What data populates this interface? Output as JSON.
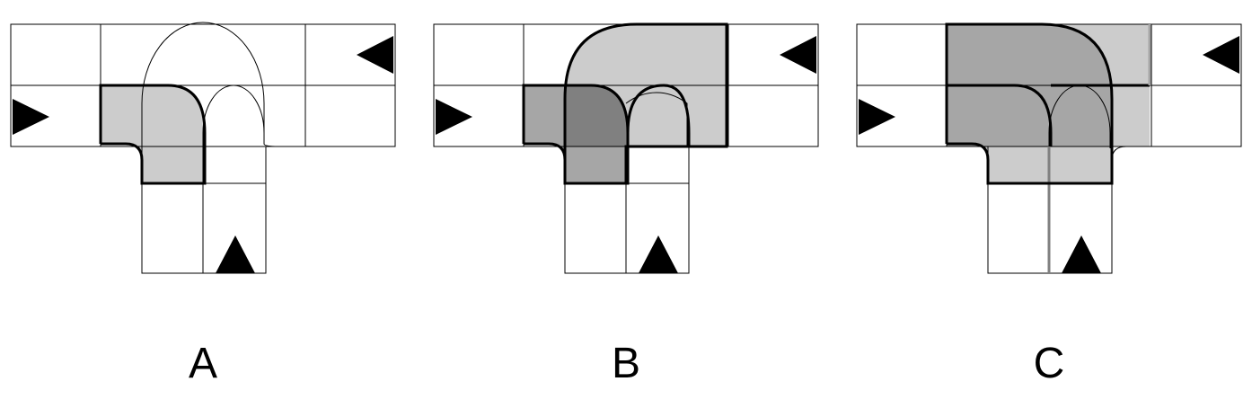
{
  "figure": {
    "panels": [
      {
        "label": "A"
      },
      {
        "label": "B"
      },
      {
        "label": "C"
      }
    ]
  },
  "colors": {
    "light_gray": "#cccccc",
    "mid_gray": "#a6a6a6",
    "dark_gray": "#808080",
    "stroke": "#000000"
  }
}
